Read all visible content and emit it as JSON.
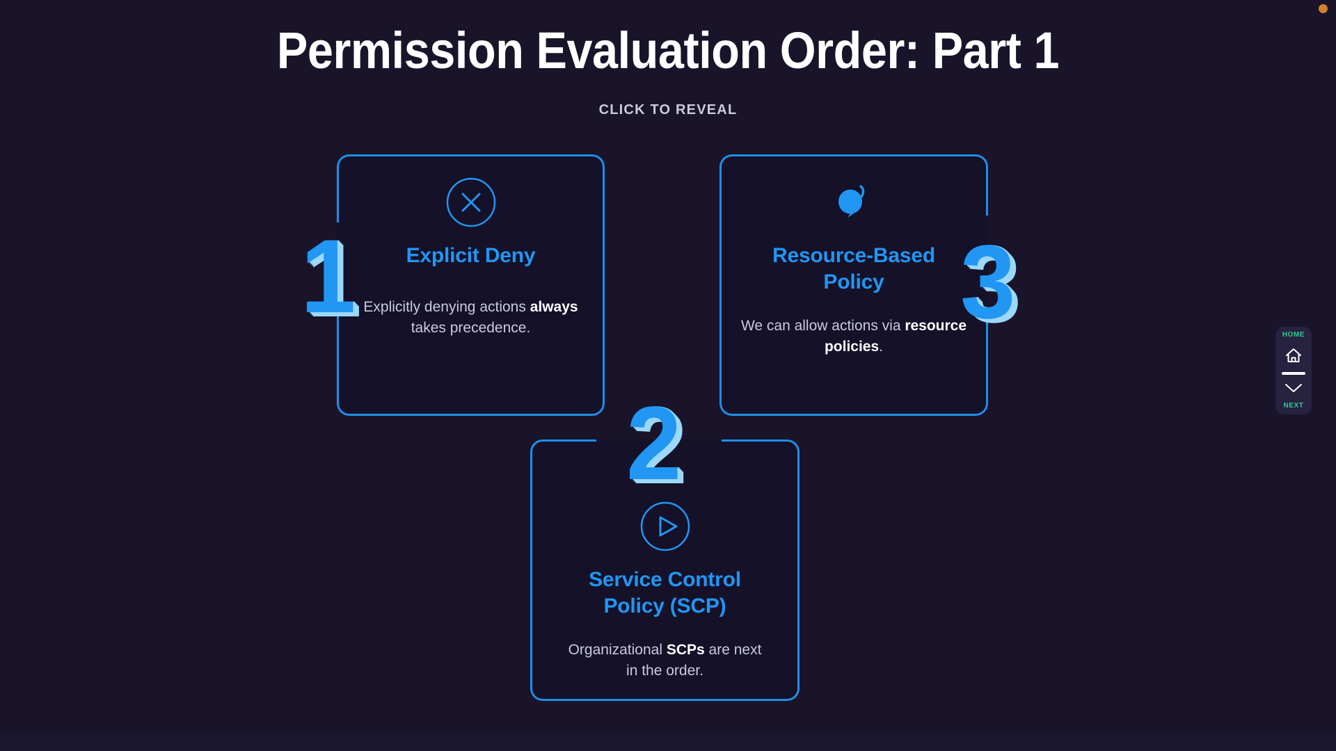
{
  "page": {
    "title": "Permission Evaluation Order: Part 1",
    "subtitle": "CLICK TO REVEAL",
    "background_color": "#191429",
    "accent_color": "#2196f3",
    "accent_light_color": "#9bd8fb",
    "text_color": "#c9cbe0",
    "nav_accent_color": "#2ecc8f",
    "corner_indicator_color": "#d4802c"
  },
  "cards": [
    {
      "number": "1",
      "icon": "circle-x-icon",
      "title": "Explicit Deny",
      "body_prefix": "Explicitly denying actions ",
      "body_bold": "always",
      "body_suffix": " takes precedence."
    },
    {
      "number": "2",
      "icon": "circle-play-icon",
      "title": "Service Control Policy (SCP)",
      "body_prefix": "Organizational ",
      "body_bold": "SCPs",
      "body_suffix": " are next in the order."
    },
    {
      "number": "3",
      "icon": "balloon-icon",
      "title": "Resource-Based Policy",
      "body_prefix": "We can allow actions via ",
      "body_bold": "resource policies",
      "body_suffix": "."
    }
  ],
  "nav": {
    "home_label": "HOME",
    "next_label": "NEXT",
    "home_icon": "home-icon",
    "next_icon": "chevron-down-icon"
  }
}
